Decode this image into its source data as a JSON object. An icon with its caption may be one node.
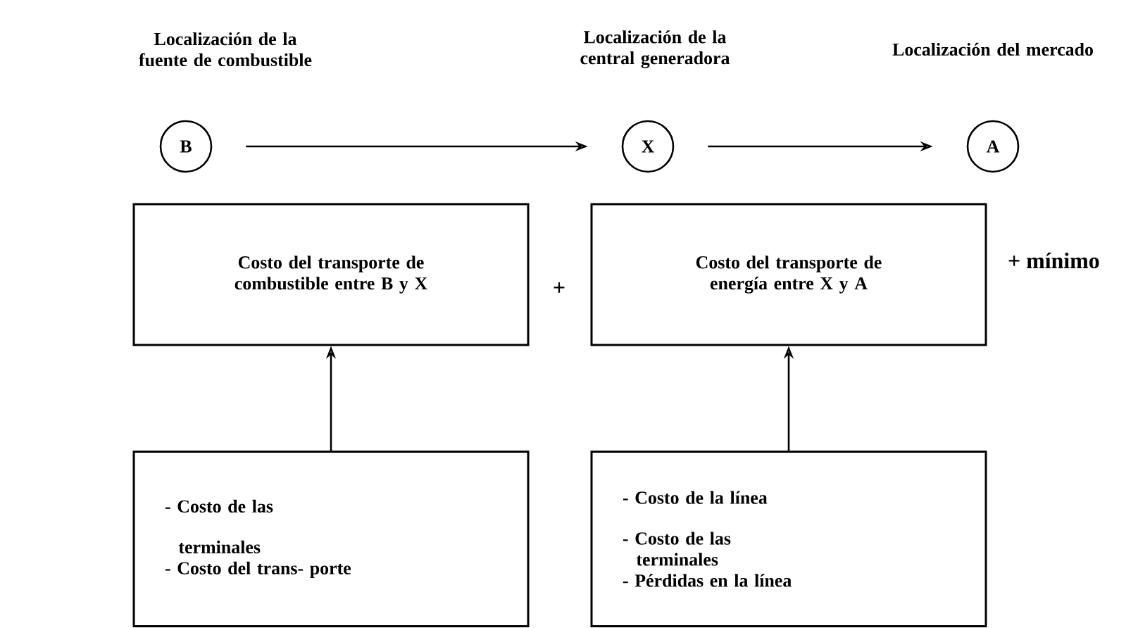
{
  "diagram": {
    "nodes": [
      {
        "text": [
          "B"
        ],
        "beside": [
          "Localización de la fuente de combustible"
        ]
      },
      {
        "text": [
          "X"
        ],
        "beside": [
          "Localización de la central generadora"
        ]
      },
      {
        "text": [
          "A"
        ],
        "beside": [
          "Localización del mercado"
        ]
      },
      {
        "text": [
          "Costo del transporte de combustible entre B y X"
        ]
      },
      {
        "text": [
          "Costo del transporte de energía entre X y A"
        ]
      },
      {
        "text": [
          "- Costo de las terminales",
          "- Costo del trans- porte"
        ]
      },
      {
        "text": [
          "- Costo de la línea",
          "- Costo de las terminales",
          "- Pérdidas en la línea"
        ]
      }
    ],
    "edges": [
      {
        "from": 0,
        "to": 1,
        "arrow": "to"
      },
      {
        "from": 1,
        "to": 2,
        "arrow": "to"
      },
      {
        "from": 5,
        "to": 3,
        "arrow": "to"
      },
      {
        "from": 6,
        "to": 4,
        "arrow": "to"
      }
    ],
    "labels": [
      "+",
      "+ mínimo"
    ]
  }
}
